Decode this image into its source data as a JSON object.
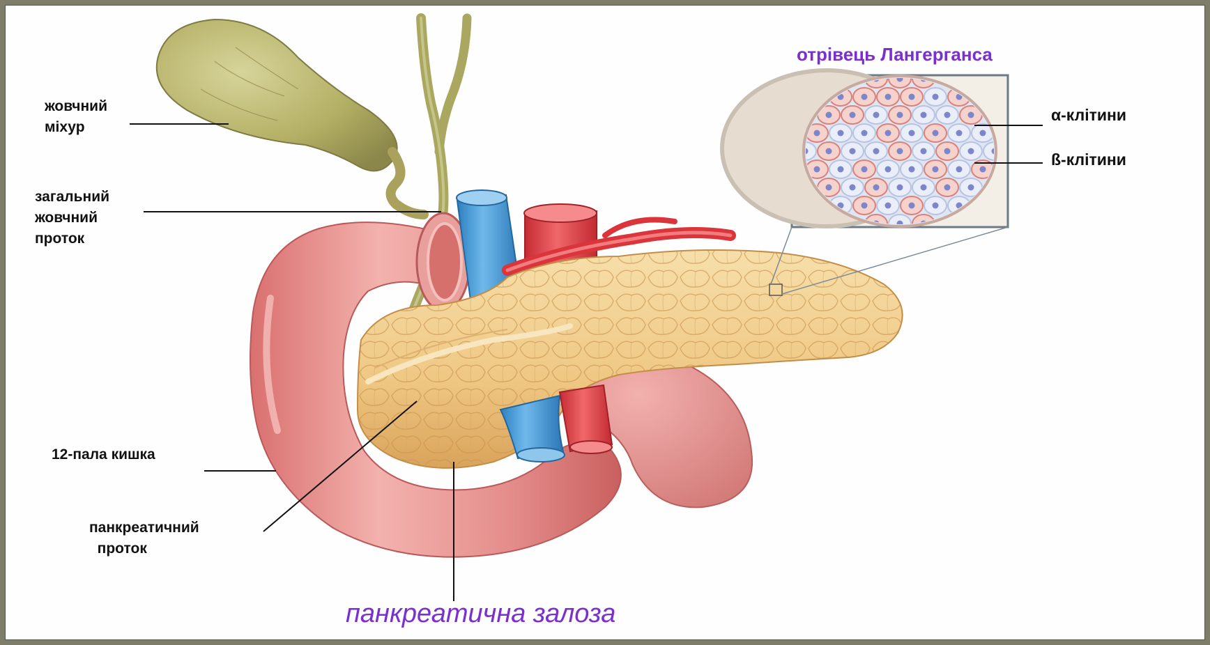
{
  "labels": {
    "gallbladder": "жовчний\nміхур",
    "common_bile_duct": "загальний\nжовчний\nпроток",
    "duodenum": "12-пала кишка",
    "pancreatic_duct": "панкреатичний\n  проток",
    "alpha_cells": "α-клітини",
    "beta_cells": "ß-клітини"
  },
  "islet_title": "отрівець Лангерганса",
  "main_title": "панкреатична залоза",
  "colors": {
    "frame": "#7d7d6a",
    "title_purple": "#7a2fd0",
    "gallbladder": "#b7b46a",
    "duodenum": "#e6908f",
    "pancreas": "#f1cf8e",
    "vein": "#4a9fd8",
    "artery": "#e6464a"
  }
}
